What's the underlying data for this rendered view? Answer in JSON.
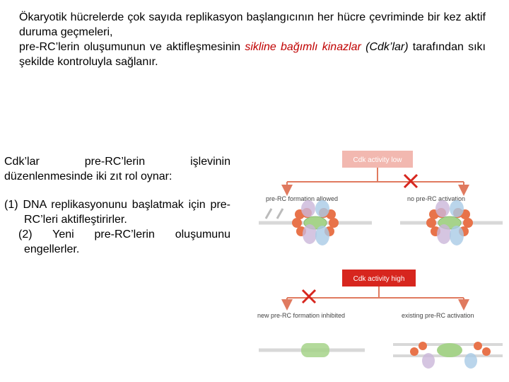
{
  "intro": {
    "line1": "Ökaryotik hücrelerde çok sayıda replikasyon başlangıcının her hücre çevriminde bir kez aktif duruma geçmeleri,",
    "line2_before": "pre-RC’lerin oluşumunun ve aktifleşmesinin ",
    "line2_highlight": "sikline bağımlı kinazlar",
    "line2_cdk": " (Cdk’lar)",
    "line2_after": " tarafından sıkı şekilde kontroluyla sağlanır."
  },
  "left": {
    "para1": "Cdk’lar pre-RC’lerin işlevinin düzenlenmesinde iki zıt rol oynar:",
    "item1": "(1) DNA replikasyonunu başlatmak için pre-RC’leri aktifleştirirler.",
    "item2": "(2) Yeni pre-RC’lerin oluşumunu engellerler."
  },
  "figure": {
    "low_label": "Cdk activity low",
    "high_label": "Cdk activity high",
    "formation_allowed": "pre-RC formation allowed",
    "no_prerc": "no pre-RC activation",
    "formation_inhibited": "new pre-RC formation inhibited",
    "existing_activation": "existing pre-RC activation",
    "colors": {
      "label_bg": "#f2b8b0",
      "arrow": "#e07a5f",
      "cross": "#d7261e",
      "green": "#a6d38a",
      "orange": "#e8734a",
      "purple": "#cbb7da",
      "blue": "#a9cbe6",
      "dna": "#d8d8d8"
    }
  }
}
